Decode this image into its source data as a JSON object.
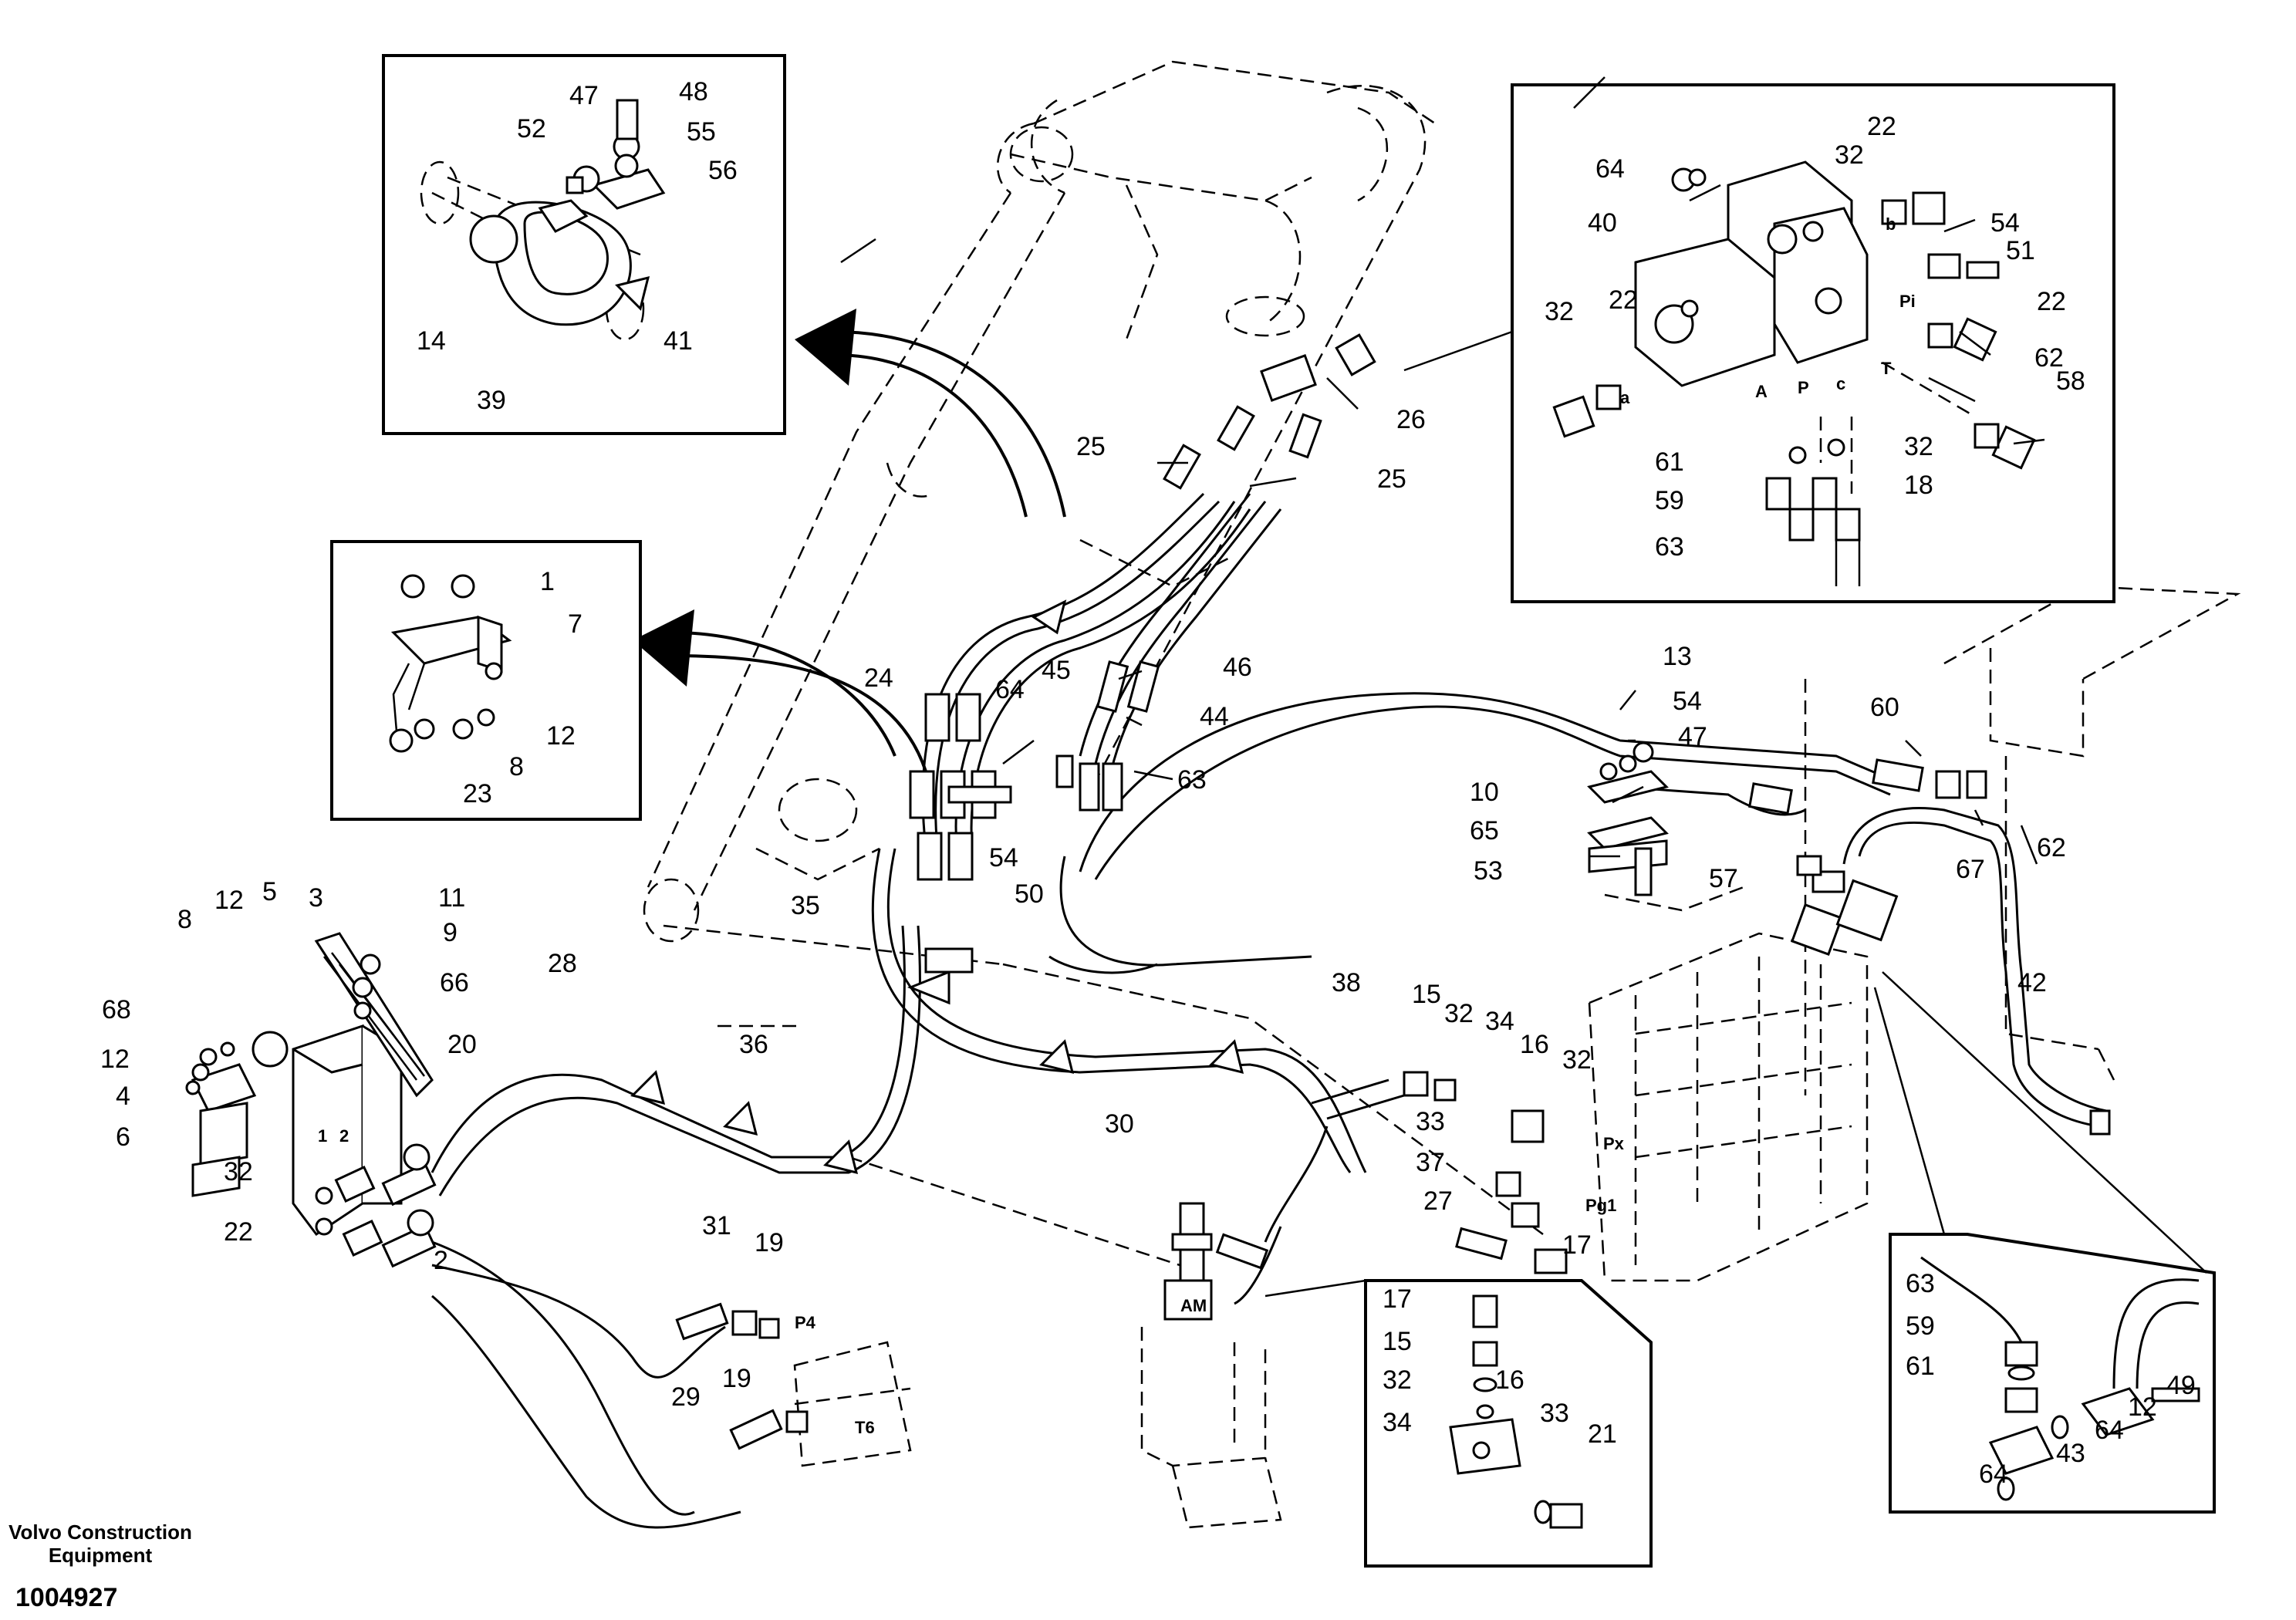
{
  "footer": {
    "company_line1": "Volvo Construction",
    "company_line2": "Equipment",
    "part_number": "1004927"
  },
  "callouts": [
    {
      "id": "c1",
      "label": "48"
    },
    {
      "id": "c2",
      "label": "47"
    },
    {
      "id": "c3",
      "label": "52"
    },
    {
      "id": "c4",
      "label": "55"
    },
    {
      "id": "c5",
      "label": "56"
    },
    {
      "id": "c6",
      "label": "14"
    },
    {
      "id": "c7",
      "label": "41"
    },
    {
      "id": "c8",
      "label": "39"
    },
    {
      "id": "c9",
      "label": "1"
    },
    {
      "id": "c10",
      "label": "7"
    },
    {
      "id": "c11",
      "label": "12"
    },
    {
      "id": "c12",
      "label": "8"
    },
    {
      "id": "c13",
      "label": "23"
    },
    {
      "id": "c14",
      "label": "22"
    },
    {
      "id": "c15",
      "label": "64"
    },
    {
      "id": "c16",
      "label": "32"
    },
    {
      "id": "c17",
      "label": "40"
    },
    {
      "id": "c18",
      "label": "54"
    },
    {
      "id": "c19",
      "label": "51"
    },
    {
      "id": "c20",
      "label": "22"
    },
    {
      "id": "c21",
      "label": "32"
    },
    {
      "id": "c22",
      "label": "22"
    },
    {
      "id": "c23",
      "label": "62"
    },
    {
      "id": "c24",
      "label": "58"
    },
    {
      "id": "c25",
      "label": "32"
    },
    {
      "id": "c26",
      "label": "61"
    },
    {
      "id": "c27",
      "label": "18"
    },
    {
      "id": "c28",
      "label": "59"
    },
    {
      "id": "c29",
      "label": "63"
    },
    {
      "id": "c30",
      "label": "26"
    },
    {
      "id": "c31",
      "label": "25"
    },
    {
      "id": "c32",
      "label": "25"
    },
    {
      "id": "c33",
      "label": "46"
    },
    {
      "id": "c34",
      "label": "44"
    },
    {
      "id": "c35",
      "label": "24"
    },
    {
      "id": "c36",
      "label": "64"
    },
    {
      "id": "c37",
      "label": "45"
    },
    {
      "id": "c38",
      "label": "63"
    },
    {
      "id": "c39",
      "label": "54"
    },
    {
      "id": "c40",
      "label": "50"
    },
    {
      "id": "c41",
      "label": "13"
    },
    {
      "id": "c42",
      "label": "54"
    },
    {
      "id": "c43",
      "label": "47"
    },
    {
      "id": "c44",
      "label": "10"
    },
    {
      "id": "c45",
      "label": "65"
    },
    {
      "id": "c46",
      "label": "53"
    },
    {
      "id": "c47",
      "label": "60"
    },
    {
      "id": "c48",
      "label": "67"
    },
    {
      "id": "c49",
      "label": "62"
    },
    {
      "id": "c50",
      "label": "57"
    },
    {
      "id": "c51",
      "label": "42"
    },
    {
      "id": "c52",
      "label": "35"
    },
    {
      "id": "c53",
      "label": "11"
    },
    {
      "id": "c54",
      "label": "9"
    },
    {
      "id": "c55",
      "label": "66"
    },
    {
      "id": "c56",
      "label": "3"
    },
    {
      "id": "c57",
      "label": "5"
    },
    {
      "id": "c58",
      "label": "12"
    },
    {
      "id": "c59",
      "label": "8"
    },
    {
      "id": "c60",
      "label": "68"
    },
    {
      "id": "c61",
      "label": "12"
    },
    {
      "id": "c62",
      "label": "4"
    },
    {
      "id": "c63",
      "label": "6"
    },
    {
      "id": "c64",
      "label": "28"
    },
    {
      "id": "c65",
      "label": "20"
    },
    {
      "id": "c66",
      "label": "36"
    },
    {
      "id": "c67",
      "label": "32"
    },
    {
      "id": "c68",
      "label": "22"
    },
    {
      "id": "c69",
      "label": "2"
    },
    {
      "id": "c70",
      "label": "38"
    },
    {
      "id": "c71",
      "label": "15"
    },
    {
      "id": "c72",
      "label": "32"
    },
    {
      "id": "c73",
      "label": "34"
    },
    {
      "id": "c74",
      "label": "16"
    },
    {
      "id": "c75",
      "label": "32"
    },
    {
      "id": "c76",
      "label": "33"
    },
    {
      "id": "c77",
      "label": "37"
    },
    {
      "id": "c78",
      "label": "27"
    },
    {
      "id": "c79",
      "label": "17"
    },
    {
      "id": "c80",
      "label": "30"
    },
    {
      "id": "c81",
      "label": "31"
    },
    {
      "id": "c82",
      "label": "19"
    },
    {
      "id": "c83",
      "label": "29"
    },
    {
      "id": "c84",
      "label": "19"
    },
    {
      "id": "c85",
      "label": "17"
    },
    {
      "id": "c86",
      "label": "15"
    },
    {
      "id": "c87",
      "label": "32"
    },
    {
      "id": "c88",
      "label": "16"
    },
    {
      "id": "c89",
      "label": "34"
    },
    {
      "id": "c90",
      "label": "33"
    },
    {
      "id": "c91",
      "label": "21"
    },
    {
      "id": "c92",
      "label": "63"
    },
    {
      "id": "c93",
      "label": "59"
    },
    {
      "id": "c94",
      "label": "61"
    },
    {
      "id": "c95",
      "label": "12"
    },
    {
      "id": "c96",
      "label": "49"
    },
    {
      "id": "c97",
      "label": "64"
    },
    {
      "id": "c98",
      "label": "43"
    },
    {
      "id": "c99",
      "label": "64"
    }
  ],
  "port_labels": [
    {
      "id": "p1",
      "label": "b"
    },
    {
      "id": "p2",
      "label": "Pi"
    },
    {
      "id": "p3",
      "label": "a"
    },
    {
      "id": "p4",
      "label": "A"
    },
    {
      "id": "p5",
      "label": "P"
    },
    {
      "id": "p6",
      "label": "c"
    },
    {
      "id": "p7",
      "label": "T"
    },
    {
      "id": "p8",
      "label": "Px"
    },
    {
      "id": "p9",
      "label": "Pg1"
    },
    {
      "id": "p10",
      "label": "P4"
    },
    {
      "id": "p11",
      "label": "T6"
    },
    {
      "id": "p12",
      "label": "AM"
    },
    {
      "id": "p13",
      "label": "1"
    },
    {
      "id": "p14",
      "label": "2"
    }
  ]
}
